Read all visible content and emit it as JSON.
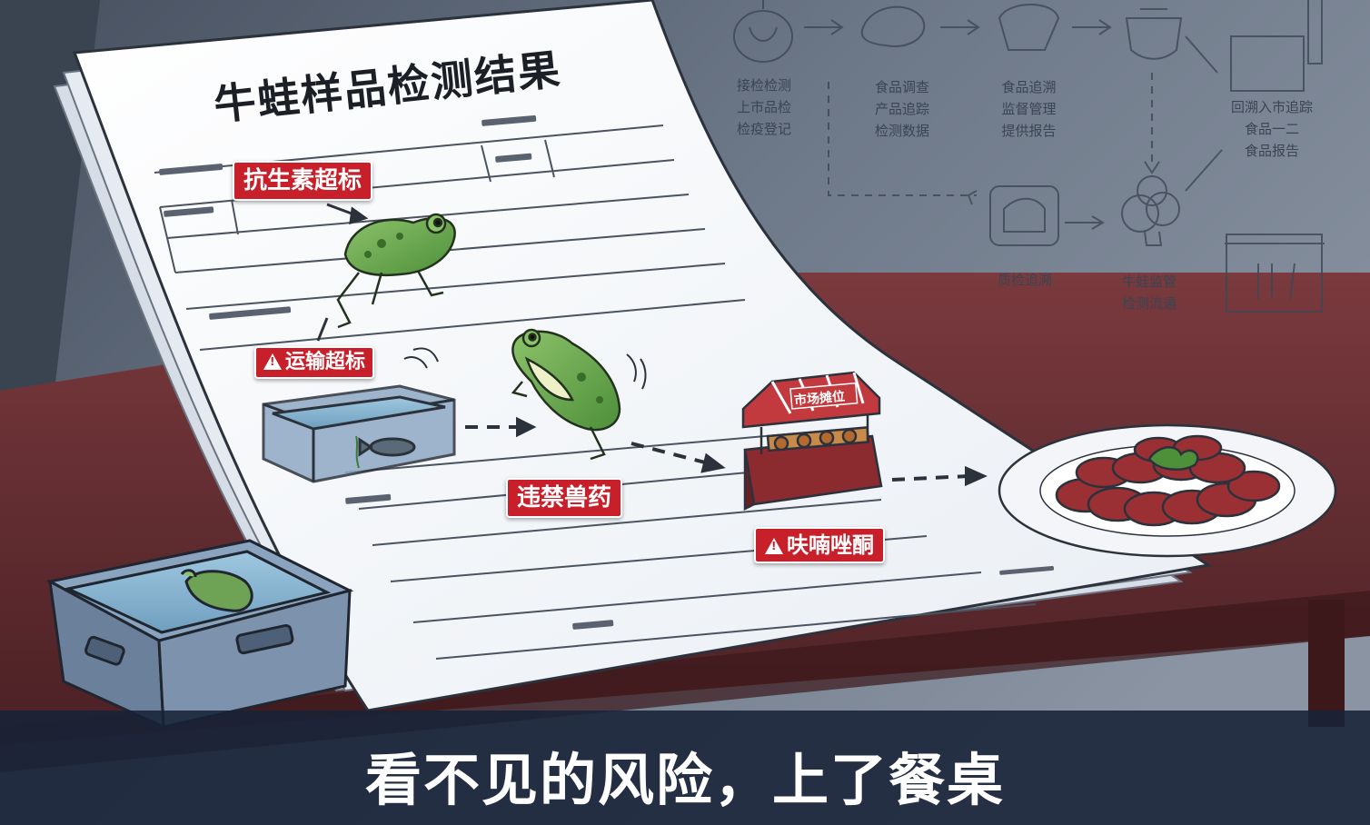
{
  "document": {
    "title": "牛蛙样品检测结果"
  },
  "tags": {
    "antibiotic": "抗生素超标",
    "transport": "运输超标",
    "banned_drug": "违禁兽药",
    "furazolidone": "呋喃唑酮"
  },
  "stall_sign": "市场摊位",
  "flow": {
    "step1": "接检检测\n上市品检\n检疫登记",
    "step2": "食品调查\n产品追踪\n检测数据",
    "step3": "食品追溯\n监督管理\n提供报告",
    "step4": "回溯入市追踪\n食品一二\n食品报告",
    "step5": "质检追溯",
    "step6": "牛蛙监管\n检测流通"
  },
  "caption": "看不见的风险，上了餐桌",
  "colors": {
    "alert_red": "#c8202a",
    "caption_bg": "#182238"
  }
}
